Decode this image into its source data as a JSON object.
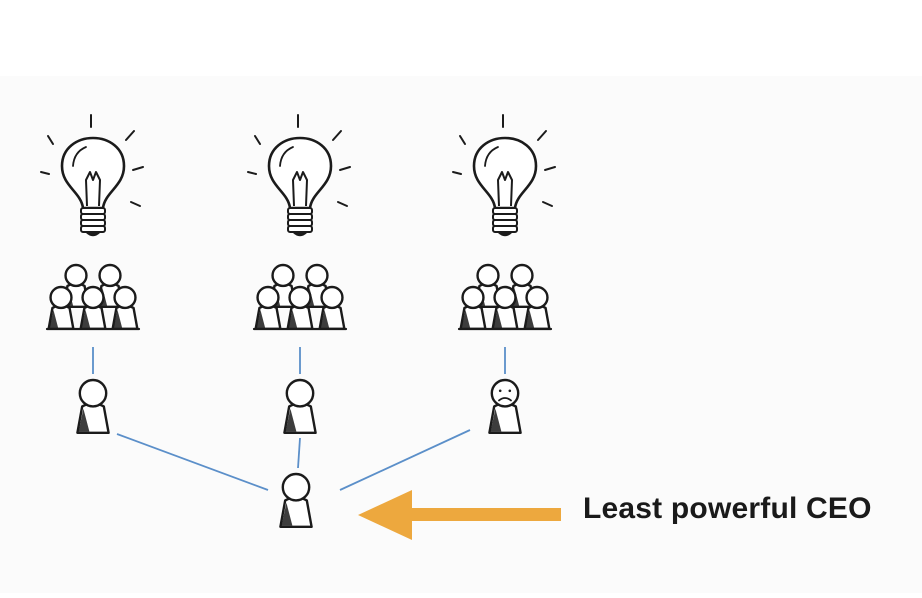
{
  "caption": {
    "text": "Least powerful CEO"
  },
  "colors": {
    "background": "#ffffff",
    "panel": "#fbfbfb",
    "ink": "#1b1b1b",
    "connector": "#5b8fc9",
    "arrow": "#eda83e"
  },
  "diagram": {
    "columns": [
      {
        "id": "col-1",
        "manager_face": "blank"
      },
      {
        "id": "col-2",
        "manager_face": "blank"
      },
      {
        "id": "col-3",
        "manager_face": "frown"
      }
    ],
    "top_node": "ceo",
    "icons": [
      "lightbulb-icon",
      "team-icon",
      "person-icon",
      "ceo-person-icon",
      "arrow-left-icon"
    ]
  }
}
